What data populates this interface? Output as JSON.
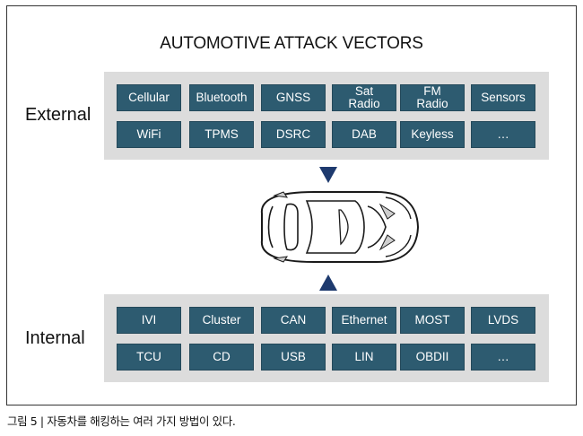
{
  "title": "AUTOMOTIVE ATTACK VECTORS",
  "external": {
    "label": "External",
    "row1": [
      "Cellular",
      "Bluetooth",
      "GNSS",
      "Sat\nRadio",
      "FM\nRadio",
      "Sensors"
    ],
    "row2": [
      "WiFi",
      "TPMS",
      "DSRC",
      "DAB",
      "Keyless",
      "…"
    ]
  },
  "internal": {
    "label": "Internal",
    "row1": [
      "IVI",
      "Cluster",
      "CAN",
      "Ethernet",
      "MOST",
      "LVDS"
    ],
    "row2": [
      "TCU",
      "CD",
      "USB",
      "LIN",
      "OBDII",
      "…"
    ]
  },
  "caption": "그림 5 | 자동차를 해킹하는 여러 가지 방법이 있다.",
  "colors": {
    "cell_bg": "#2d5b70",
    "panel_bg": "#dcdcdc",
    "arrow": "#1e3a6e"
  }
}
